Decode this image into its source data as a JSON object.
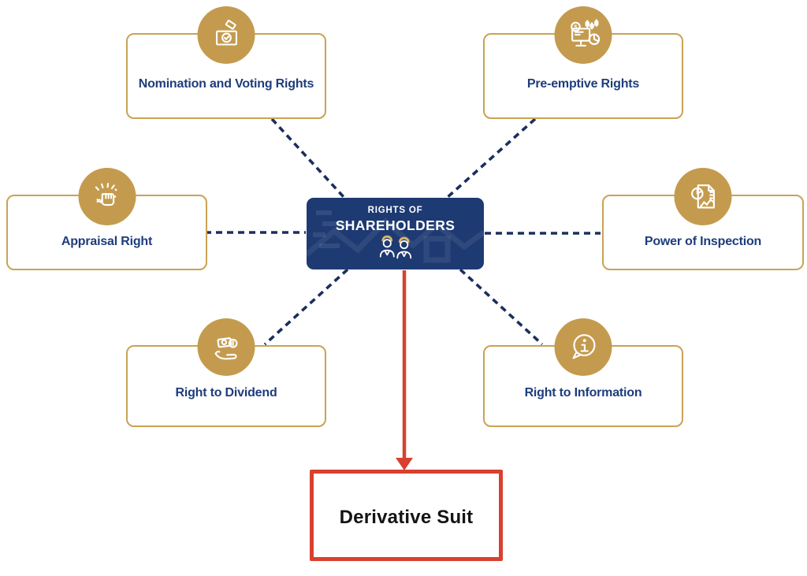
{
  "title": "Rights of Shareholders diagram",
  "center": {
    "line1": "RIGHTS OF",
    "line2": "SHAREHOLDERS"
  },
  "nodes": [
    {
      "id": "nomination",
      "label": "Nomination and Voting Rights",
      "icon": "ballot-box-icon"
    },
    {
      "id": "preemptive",
      "label": "Pre-emptive Rights",
      "icon": "stock-monitor-icon"
    },
    {
      "id": "appraisal",
      "label": "Appraisal Right",
      "icon": "raised-fist-icon"
    },
    {
      "id": "inspection",
      "label": "Power of Inspection",
      "icon": "report-chart-icon"
    },
    {
      "id": "dividend",
      "label": "Right to Dividend",
      "icon": "hand-money-icon"
    },
    {
      "id": "information",
      "label": "Right to Information",
      "icon": "info-bubble-icon"
    }
  ],
  "result": {
    "label": "Derivative Suit"
  },
  "colors": {
    "gold_circle": "#c49b4e",
    "gold_border": "#c9a355",
    "navy_text": "#1e3d7b",
    "center_bg": "#1e3a72",
    "connector_dash": "#1b2e5e",
    "red_arrow": "#d8402f",
    "result_text": "#141414"
  }
}
